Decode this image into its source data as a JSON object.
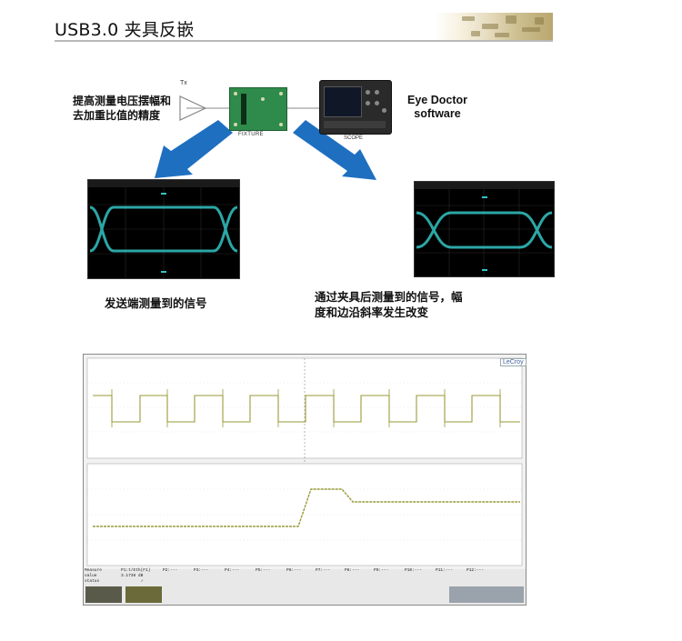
{
  "header": {
    "title": "USB3.0 夹具反嵌"
  },
  "diagram": {
    "tx_note_lines": [
      "提高测量电压摆幅和",
      "去加重比值的精度"
    ],
    "tx_label": "Tx",
    "fixture_label": "FIXTURE",
    "scope_label": "SCOPE",
    "eye_doctor_lines": [
      "Eye Doctor",
      "software"
    ],
    "arrow_color": "#1e6fc0"
  },
  "eyes": {
    "left_caption": "发送端测量到的信号",
    "right_caption_lines": [
      "通过夹具后测量到的信号，幅",
      "度和边沿斜率发生改变"
    ],
    "trace_color": "#34c4c4"
  },
  "scope_shot": {
    "logo": "LeCroy",
    "trace_color": "#9a9a3a",
    "measure": {
      "row_labels": [
        "Measure",
        "value",
        "status"
      ],
      "params": [
        "P1:t/Eth(F1)",
        "P2:---",
        "P3:---",
        "P4:---",
        "P5:---",
        "P6:---",
        "P7:---",
        "P8:---",
        "P9:---",
        "P10:---",
        "P11:---",
        "P12:---"
      ],
      "p1_value": "3.1738 dB",
      "p1_status": "✓"
    }
  }
}
